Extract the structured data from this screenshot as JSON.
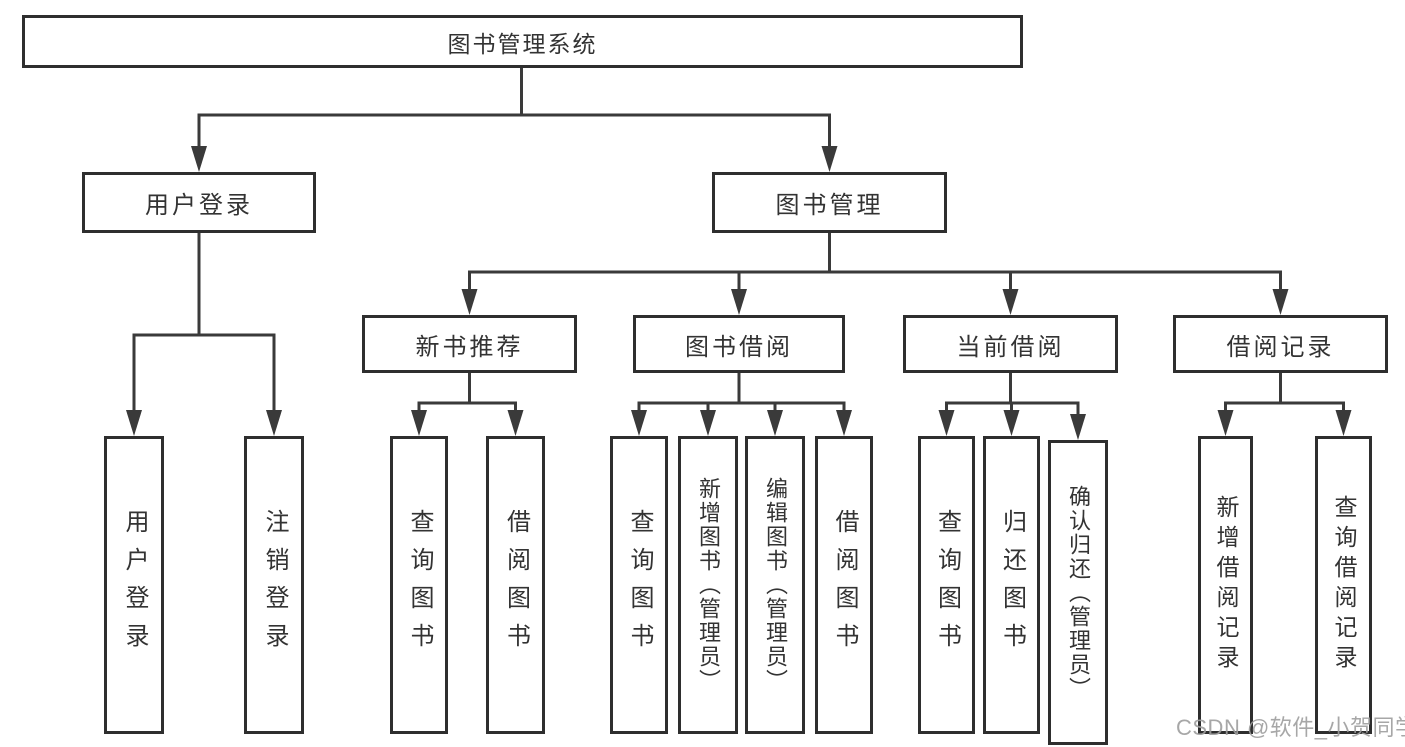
{
  "tree": {
    "label": "图书管理系统",
    "children": [
      {
        "label": "用户登录",
        "children": [
          {
            "label": "用户登录"
          },
          {
            "label": "注销登录"
          }
        ]
      },
      {
        "label": "图书管理",
        "children": [
          {
            "label": "新书推荐",
            "children": [
              {
                "label": "查询图书"
              },
              {
                "label": "借阅图书"
              }
            ]
          },
          {
            "label": "图书借阅",
            "children": [
              {
                "label": "查询图书"
              },
              {
                "label": "新增图书（管理员）"
              },
              {
                "label": "编辑图书（管理员）"
              },
              {
                "label": "借阅图书"
              }
            ]
          },
          {
            "label": "当前借阅",
            "children": [
              {
                "label": "查询图书"
              },
              {
                "label": "归还图书"
              },
              {
                "label": "确认归还（管理员）"
              }
            ]
          },
          {
            "label": "借阅记录",
            "children": [
              {
                "label": "新增借阅记录"
              },
              {
                "label": "查询借阅记录"
              }
            ]
          }
        ]
      }
    ]
  },
  "watermark": {
    "text": "CSDN @软件_小贺同学"
  },
  "colors": {
    "line": "#3a3a3a",
    "border": "#2e2e2e",
    "text": "#333333",
    "watermark": "#9e9e9e",
    "background": "#ffffff"
  }
}
